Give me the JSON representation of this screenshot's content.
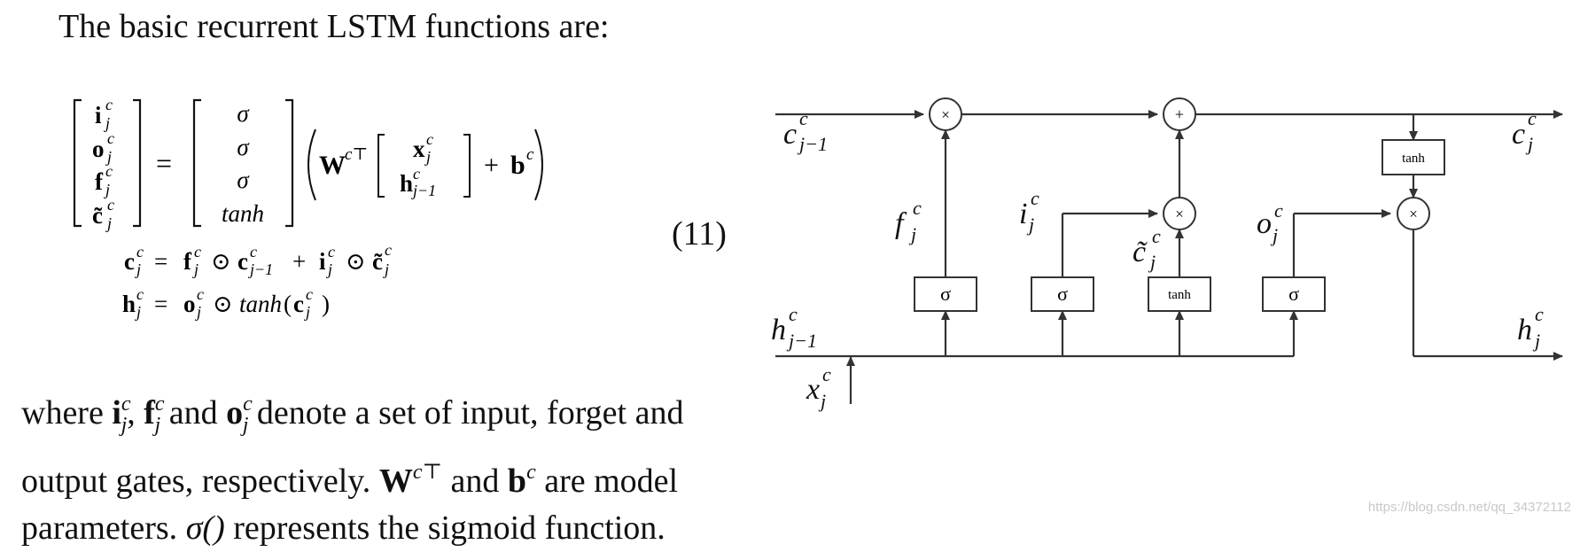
{
  "intro_text": "The basic recurrent LSTM functions are:",
  "equation_number": "(11)",
  "equation": {
    "lhs_vector": [
      "i",
      "o",
      "f",
      "c̃"
    ],
    "rhs_activations": [
      "σ",
      "σ",
      "σ",
      "tanh"
    ],
    "weight": "W",
    "transpose": "c⊤",
    "input_vector": [
      "x",
      "h"
    ],
    "bias": "b",
    "superscript": "c",
    "sub_j": "j",
    "sub_prev": "j−1",
    "cell_update": [
      "c",
      "=",
      "f",
      "⊙",
      "c",
      "+",
      "i",
      "⊙",
      "c̃"
    ],
    "hidden_update": [
      "h",
      "=",
      "o",
      "⊙",
      "tanh",
      "(",
      "c",
      ")"
    ]
  },
  "paragraph": {
    "line1": [
      "where ",
      "i",
      ", ",
      "f",
      " and ",
      "o",
      " denote a set of input, forget and"
    ],
    "line2": [
      "output gates, respectively. ",
      "W",
      " and ",
      "b",
      " are model"
    ],
    "line3": [
      "parameters. ",
      "σ()",
      " represents the sigmoid function."
    ]
  },
  "diagram": {
    "c_prev": "c",
    "c_next": "c",
    "h_prev": "h",
    "h_next": "h",
    "x_in": "x",
    "f_label": "f",
    "i_label": "i",
    "o_label": "o",
    "ctilde_label": "c̃",
    "sup": "c",
    "sub": "j",
    "sub_prev": "j−1",
    "times_op": "×",
    "plus_op": "+",
    "sigma_gate": "σ",
    "tanh_gate": "tanh"
  },
  "watermark": "https://blog.csdn.net/qq_34372112"
}
